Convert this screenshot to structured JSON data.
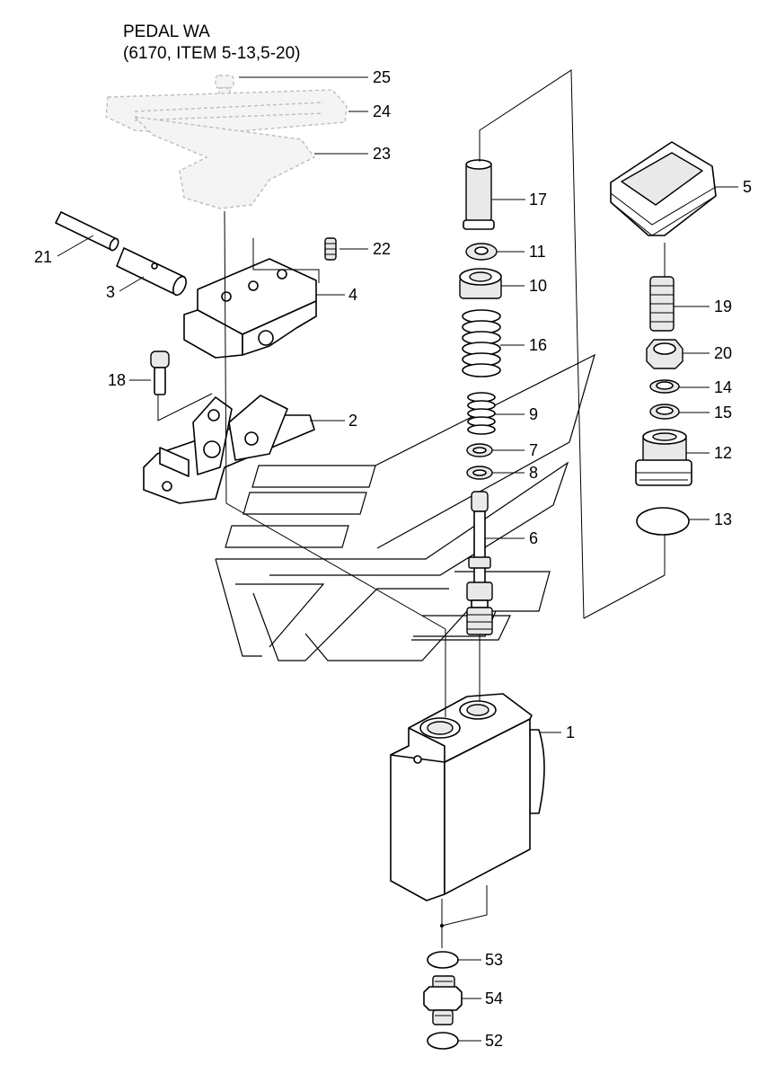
{
  "title": {
    "line1": "PEDAL WA",
    "line2": "(6170, ITEM 5-13,5-20)"
  },
  "parts": [
    {
      "id": "25",
      "label": "25"
    },
    {
      "id": "24",
      "label": "24"
    },
    {
      "id": "23",
      "label": "23"
    },
    {
      "id": "21",
      "label": "21"
    },
    {
      "id": "3",
      "label": "3"
    },
    {
      "id": "22",
      "label": "22"
    },
    {
      "id": "4",
      "label": "4"
    },
    {
      "id": "18",
      "label": "18"
    },
    {
      "id": "2",
      "label": "2"
    },
    {
      "id": "17",
      "label": "17"
    },
    {
      "id": "11",
      "label": "11"
    },
    {
      "id": "10",
      "label": "10"
    },
    {
      "id": "16",
      "label": "16"
    },
    {
      "id": "9",
      "label": "9"
    },
    {
      "id": "7",
      "label": "7"
    },
    {
      "id": "8",
      "label": "8"
    },
    {
      "id": "6",
      "label": "6"
    },
    {
      "id": "5",
      "label": "5"
    },
    {
      "id": "19",
      "label": "19"
    },
    {
      "id": "20",
      "label": "20"
    },
    {
      "id": "14",
      "label": "14"
    },
    {
      "id": "15",
      "label": "15"
    },
    {
      "id": "12",
      "label": "12"
    },
    {
      "id": "13",
      "label": "13"
    },
    {
      "id": "1",
      "label": "1"
    },
    {
      "id": "53",
      "label": "53"
    },
    {
      "id": "54",
      "label": "54"
    },
    {
      "id": "52",
      "label": "52"
    }
  ]
}
